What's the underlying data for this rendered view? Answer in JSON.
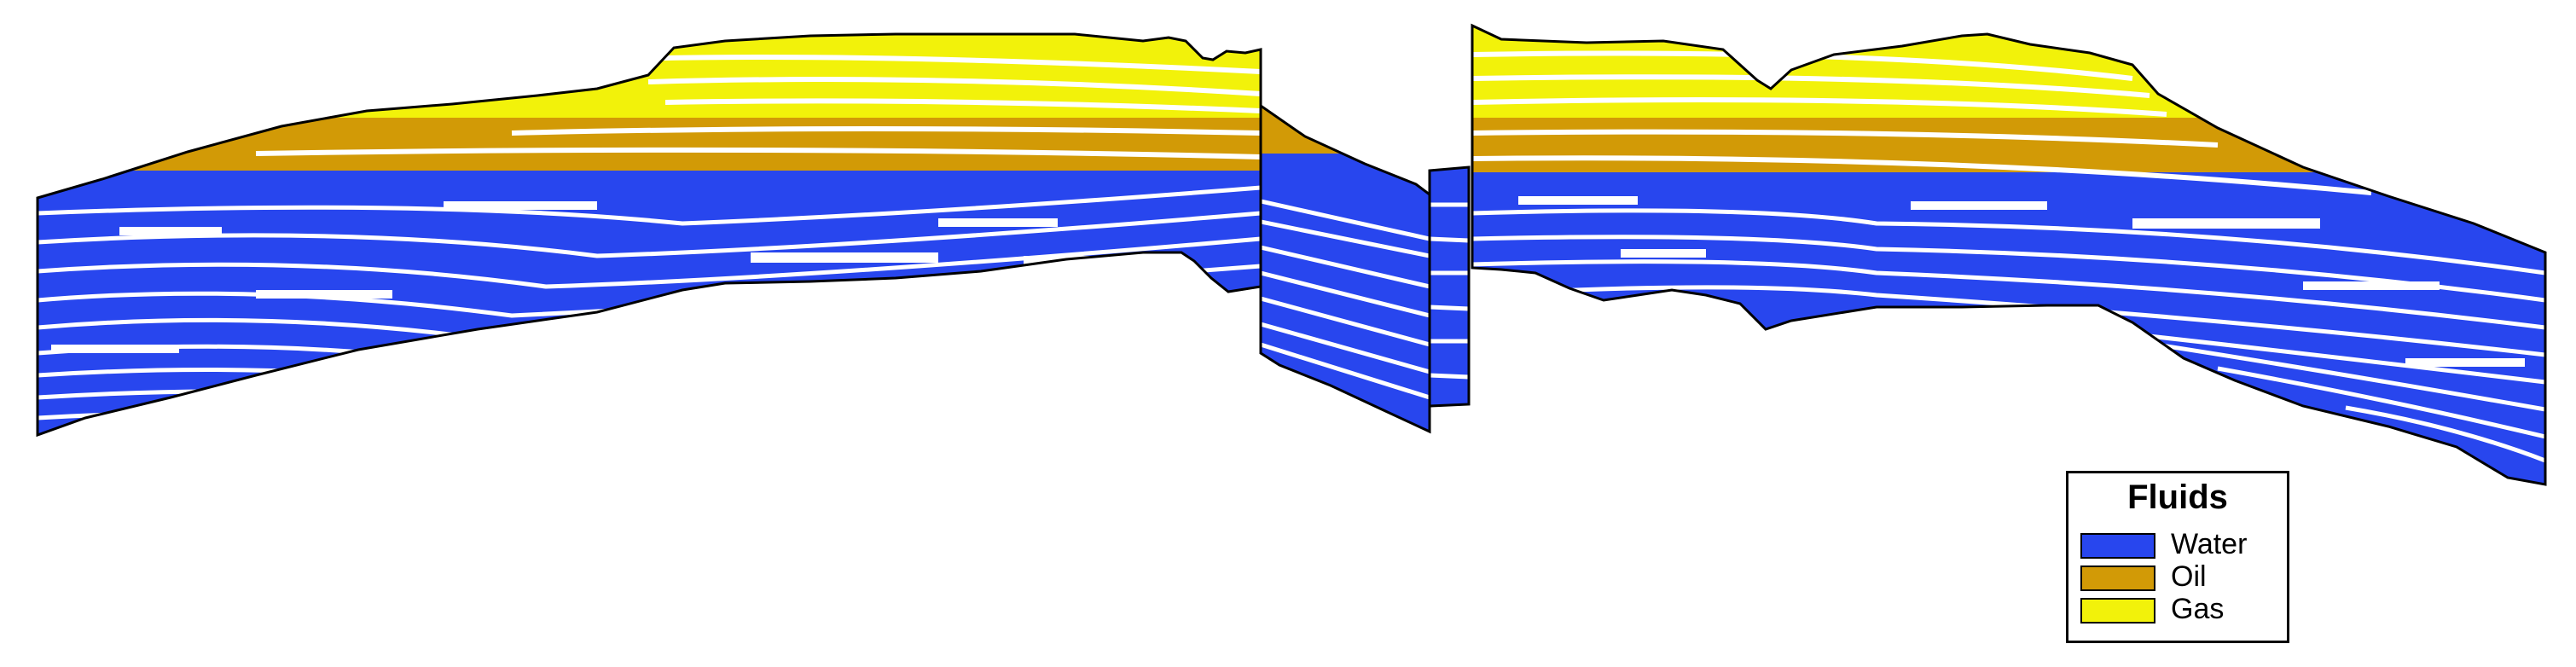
{
  "colors": {
    "water": "#2846ee",
    "oil": "#d29a06",
    "gas": "#f2f20a",
    "outline": "#000000",
    "background": "#ffffff"
  },
  "legend": {
    "title": "Fluids",
    "items": [
      {
        "label": "Water",
        "color": "#2846ee"
      },
      {
        "label": "Oil",
        "color": "#d29a06"
      },
      {
        "label": "Gas",
        "color": "#f2f20a"
      }
    ]
  }
}
